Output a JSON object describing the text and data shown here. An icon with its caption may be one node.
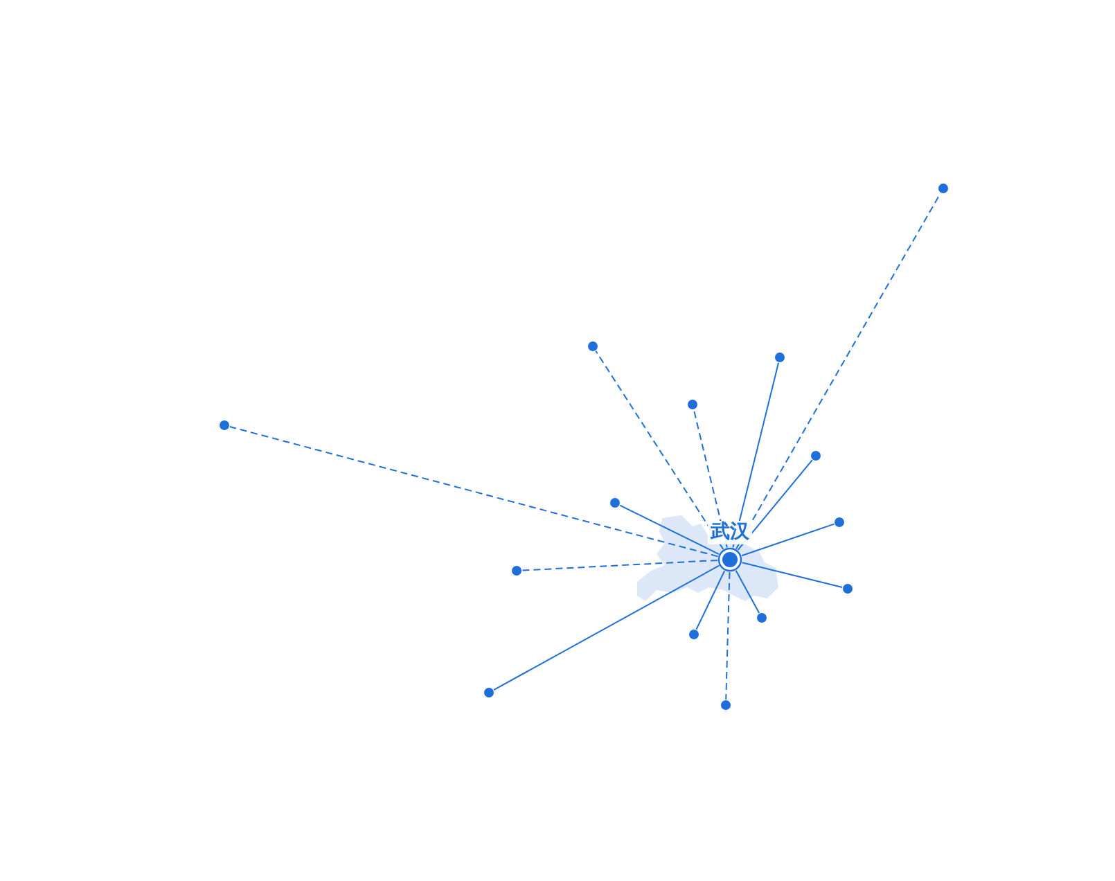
{
  "diagram": {
    "nodes": [
      {
        "text": [
          "武汉"
        ]
      },
      {
        "text": [],
        "shape": "circle"
      },
      {
        "text": [],
        "shape": "circle"
      },
      {
        "text": [],
        "shape": "circle"
      },
      {
        "text": [],
        "shape": "circle"
      },
      {
        "text": [],
        "shape": "circle"
      },
      {
        "text": [],
        "shape": "circle"
      },
      {
        "text": [],
        "shape": "circle"
      },
      {
        "text": [],
        "shape": "circle"
      },
      {
        "text": [],
        "shape": "circle"
      },
      {
        "text": [],
        "shape": "circle"
      },
      {
        "text": [],
        "shape": "circle"
      },
      {
        "text": [],
        "shape": "circle"
      },
      {
        "text": [],
        "shape": "circle"
      },
      {
        "text": [],
        "shape": "circle"
      }
    ],
    "edges": [
      {
        "from": 0,
        "to": 1,
        "arrow": "none",
        "style": "dashed"
      },
      {
        "from": 0,
        "to": 2,
        "arrow": "none",
        "style": "dashed"
      },
      {
        "from": 0,
        "to": 3,
        "arrow": "none"
      },
      {
        "from": 0,
        "to": 4,
        "arrow": "none",
        "style": "dashed"
      },
      {
        "from": 0,
        "to": 5,
        "arrow": "none",
        "style": "dashed"
      },
      {
        "from": 0,
        "to": 6,
        "arrow": "none"
      },
      {
        "from": 0,
        "to": 7,
        "arrow": "none"
      },
      {
        "from": 0,
        "to": 8,
        "arrow": "none"
      },
      {
        "from": 0,
        "to": 9,
        "arrow": "none",
        "style": "dashed"
      },
      {
        "from": 0,
        "to": 10,
        "arrow": "none"
      },
      {
        "from": 0,
        "to": 11,
        "arrow": "none"
      },
      {
        "from": 0,
        "to": 12,
        "arrow": "none"
      },
      {
        "from": 0,
        "to": 13,
        "arrow": "none"
      },
      {
        "from": 0,
        "to": 14,
        "arrow": "none",
        "style": "dashed"
      }
    ]
  }
}
